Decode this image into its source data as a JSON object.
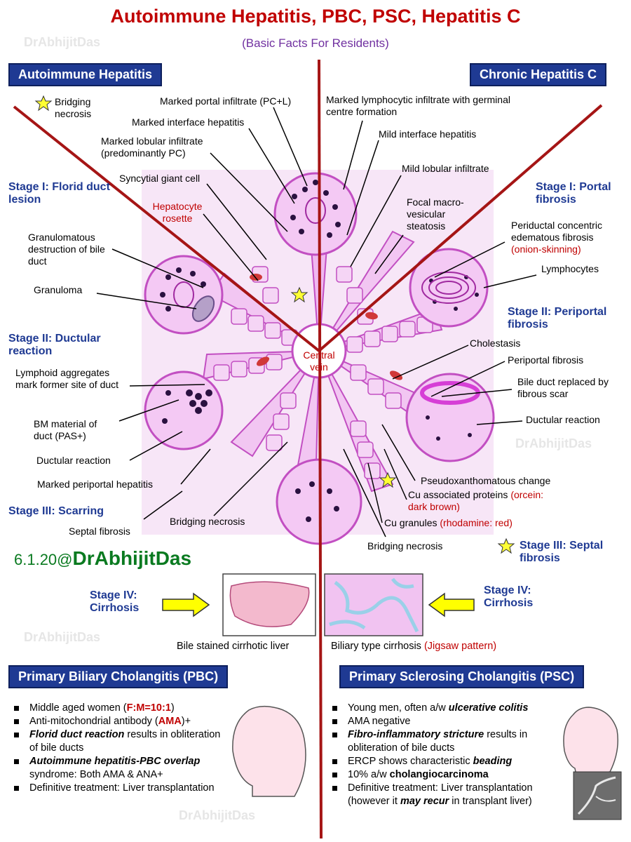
{
  "header": {
    "title": "Autoimmune Hepatitis, PBC, PSC, Hepatitis C",
    "subtitle": "(Basic Facts For Residents)"
  },
  "sections": {
    "aih": "Autoimmune Hepatitis",
    "hcv": "Chronic Hepatitis C",
    "pbc": "Primary Biliary Cholangitis (PBC)",
    "psc": "Primary Sclerosing Cholangitis (PSC)"
  },
  "watermark": "DrAbhijitDas",
  "signature": {
    "date": "6.1.20@",
    "name": "DrAbhijitDas"
  },
  "center_label": "Central vein",
  "aih_labels": {
    "bridging_star": "Bridging necrosis",
    "portal": "Marked portal infiltrate (PC+L)",
    "interface": "Marked interface hepatitis",
    "lobular": "Marked lobular infiltrate (predominantly PC)",
    "giant": "Syncytial giant cell",
    "rosette": "Hepatocyte rosette",
    "periportal": "Marked periportal hepatitis",
    "bridging": "Bridging necrosis"
  },
  "pbc_labels": {
    "stage1": "Stage I: Florid duct lesion",
    "granulomatous": "Granulomatous destruction of bile duct",
    "granuloma": "Granuloma",
    "stage2": "Stage II: Ductular reaction",
    "lymphoid": "Lymphoid aggregates mark former site of duct",
    "bm": "BM material of duct (PAS+)",
    "ductular": "Ductular reaction",
    "stage3": "Stage III: Scarring",
    "septal": "Septal fibrosis",
    "stage4": "Stage IV: Cirrhosis",
    "cirrhosis_caption": "Bile stained cirrhotic liver"
  },
  "hcv_labels": {
    "lymphocytic": "Marked lymphocytic infiltrate with germinal centre formation",
    "mild_interface": "Mild interface hepatitis",
    "mild_lobular": "Mild lobular infiltrate",
    "steatosis": "Focal macro-vesicular steatosis",
    "bridging": "Bridging necrosis"
  },
  "psc_labels": {
    "stage1": "Stage I: Portal fibrosis",
    "onion": "Periductal concentric edematous fibrosis",
    "onion_red": "(onion-skinning)",
    "lymphocytes": "Lymphocytes",
    "stage2": "Stage II: Periportal fibrosis",
    "cholestasis": "Cholestasis",
    "periportal": "Periportal fibrosis",
    "scar": "Bile duct replaced by fibrous scar",
    "ductular": "Ductular reaction",
    "pseudo": "Pseudoxanthomatous change",
    "cu_proteins": "Cu associated proteins",
    "cu_proteins_red": "(orcein: dark brown)",
    "cu_granules": "Cu granules",
    "cu_granules_red": "(rhodamine: red)",
    "stage3": "Stage III: Septal fibrosis",
    "stage4": "Stage IV: Cirrhosis",
    "cirrhosis_caption": "Biliary type cirrhosis",
    "cirrhosis_caption_red": "(Jigsaw pattern)"
  },
  "pbc_facts": [
    {
      "pre": "Middle aged women (",
      "em": "F:M=10:1",
      "post": ")"
    },
    {
      "pre": "Anti-mitochondrial antibody (",
      "em": "AMA",
      "post": ")+"
    },
    {
      "pre": "",
      "bi": "Florid duct reaction",
      "post": " results in obliteration of bile ducts"
    },
    {
      "pre": "",
      "bi": "Autoimmune hepatitis-PBC overlap",
      "post": " syndrome: Both AMA & ANA+"
    },
    {
      "pre": "Definitive treatment: Liver transplantation"
    }
  ],
  "psc_facts": [
    {
      "pre": "Young men, often a/w ",
      "bi": "ulcerative colitis",
      "post": ""
    },
    {
      "pre": "AMA negative"
    },
    {
      "pre": "",
      "bi": "Fibro-inflammatory stricture",
      "post": " results in obliteration of bile ducts"
    },
    {
      "pre": "ERCP shows characteristic ",
      "bi": "beading",
      "post": ""
    },
    {
      "pre": "10% a/w ",
      "b": "cholangiocarcinoma",
      "post": ""
    },
    {
      "pre": "Definitive treatment: Liver transplantation (however it ",
      "bi": "may recur",
      "post": " in transplant liver)"
    }
  ],
  "colors": {
    "title": "#c00000",
    "header_bg": "#1f3a93",
    "stage": "#1f3a93",
    "signature": "#0a7a20",
    "tissue": "#e07ae0"
  }
}
